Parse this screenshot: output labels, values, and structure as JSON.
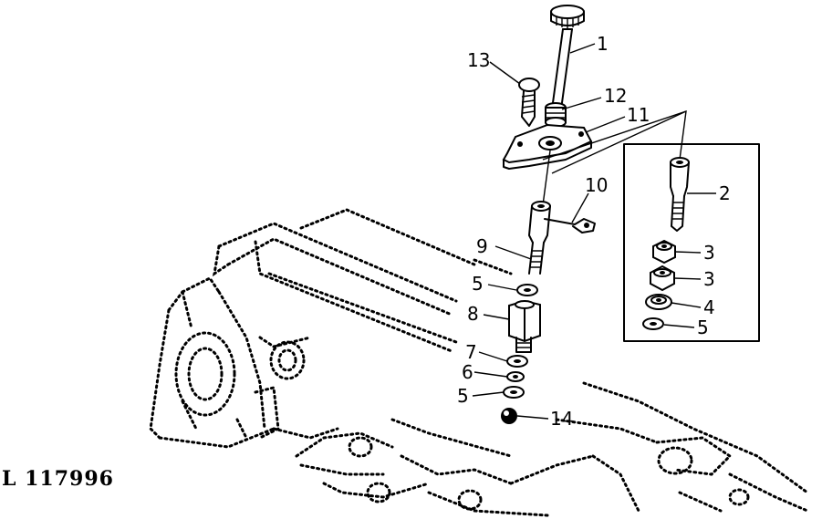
{
  "figure_id": "L 117996",
  "callouts": {
    "c1": "1",
    "c2": "2",
    "c3a": "3",
    "c3b": "3",
    "c4": "4",
    "c5a": "5",
    "c5b": "5",
    "c5c": "5",
    "c6": "6",
    "c7": "7",
    "c8": "8",
    "c9": "9",
    "c10": "10",
    "c11": "11",
    "c12": "12",
    "c13": "13",
    "c14": "14"
  }
}
